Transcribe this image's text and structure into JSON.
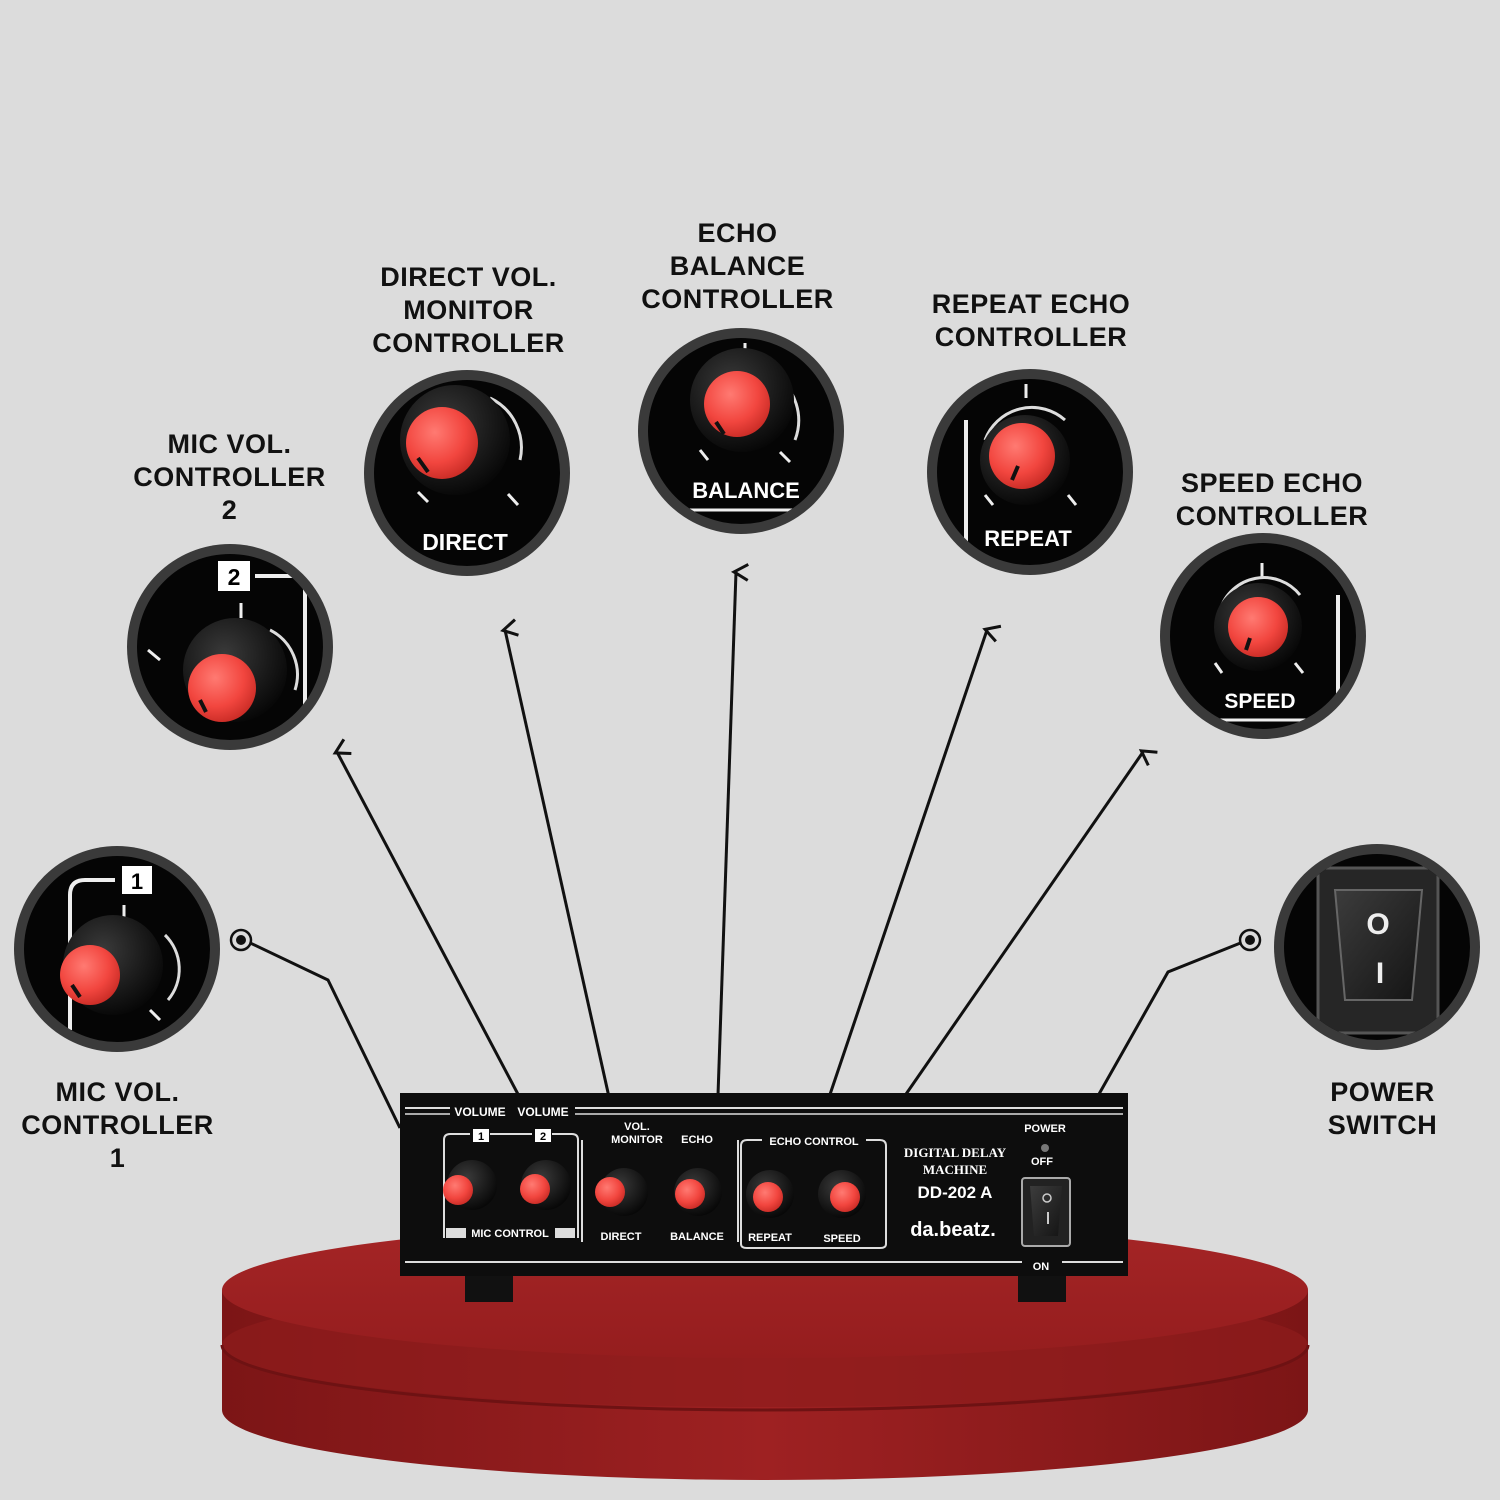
{
  "callouts": {
    "mic1": [
      "MIC VOL.",
      "CONTROLLER",
      "1"
    ],
    "mic2": [
      "MIC VOL.",
      "CONTROLLER",
      "2"
    ],
    "direct": [
      "DIRECT VOL.",
      "MONITOR",
      "CONTROLLER"
    ],
    "balance": [
      "ECHO",
      "BALANCE",
      "CONTROLLER"
    ],
    "repeat": [
      "REPEAT ECHO",
      "CONTROLLER"
    ],
    "speed": [
      "SPEED ECHO",
      "CONTROLLER"
    ],
    "power": [
      "POWER",
      "SWITCH"
    ]
  },
  "zoom": {
    "mic1_num": "1",
    "mic2_num": "2",
    "direct": "DIRECT",
    "balance": "BALANCE",
    "repeat": "REPEAT",
    "speed": "SPEED",
    "switch_off": "O",
    "switch_on": "I"
  },
  "panel": {
    "volume1": "VOLUME",
    "volume2": "VOLUME",
    "ch1": "1",
    "ch2": "2",
    "mic_control": "MIC CONTROL",
    "vol_monitor_1": "VOL.",
    "vol_monitor_2": "MONITOR",
    "echo": "ECHO",
    "echo_control": "ECHO CONTROL",
    "direct": "DIRECT",
    "balance": "BALANCE",
    "repeat": "REPEAT",
    "speed": "SPEED",
    "product_line1": "DIGITAL  DELAY",
    "product_line2": "MACHINE",
    "model": "DD-202 A",
    "brand": "da.beatz.",
    "power": "POWER",
    "off": "OFF",
    "on": "ON"
  },
  "colors": {
    "background": "#dcdcdc",
    "knob": "#f2463f",
    "device": "#0d0d0d",
    "podium": "#a32223"
  }
}
